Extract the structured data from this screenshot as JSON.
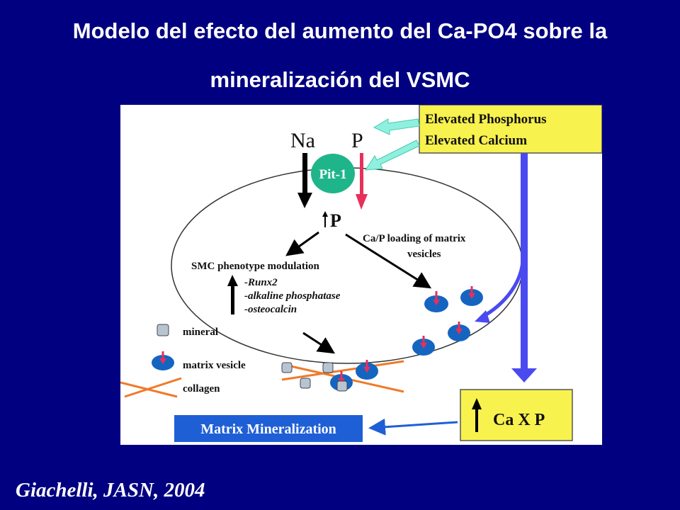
{
  "slide": {
    "title_line1": "Modelo del efecto del aumento del Ca-PO4 sobre la",
    "title_line2": "mineralización del VSMC",
    "citation": "Giachelli, JASN, 2004"
  },
  "diagram": {
    "input_box": {
      "line1": "Elevated Phosphorus",
      "line2": "Elevated Calcium",
      "fill": "#f8f24e"
    },
    "na_label": "Na",
    "p_label": "P",
    "transporter_label": "Pit-1",
    "intracellular_p": "P",
    "loading_text_1": "Ca/P loading of matrix",
    "loading_text_2": "vesicles",
    "phenotype_title": "SMC phenotype modulation",
    "phenotype_items": [
      "-Runx2",
      "-alkaline phosphatase",
      "-osteocalcin"
    ],
    "legend": {
      "mineral": "mineral",
      "matrix_vesicle": "matrix vesicle",
      "collagen": "collagen"
    },
    "caxp_box": {
      "label": "Ca X P",
      "fill": "#f8f24e"
    },
    "output_box": {
      "label": "Matrix Mineralization",
      "fill": "#1f5fd6"
    },
    "colors": {
      "pit1": "#1fb58a",
      "red_arrow": "#e8305a",
      "blue_arrow": "#4a4af0",
      "vesicle": "#1565c0",
      "collagen": "#f07a28",
      "cyan_arrow": "#8ff0e0"
    }
  }
}
